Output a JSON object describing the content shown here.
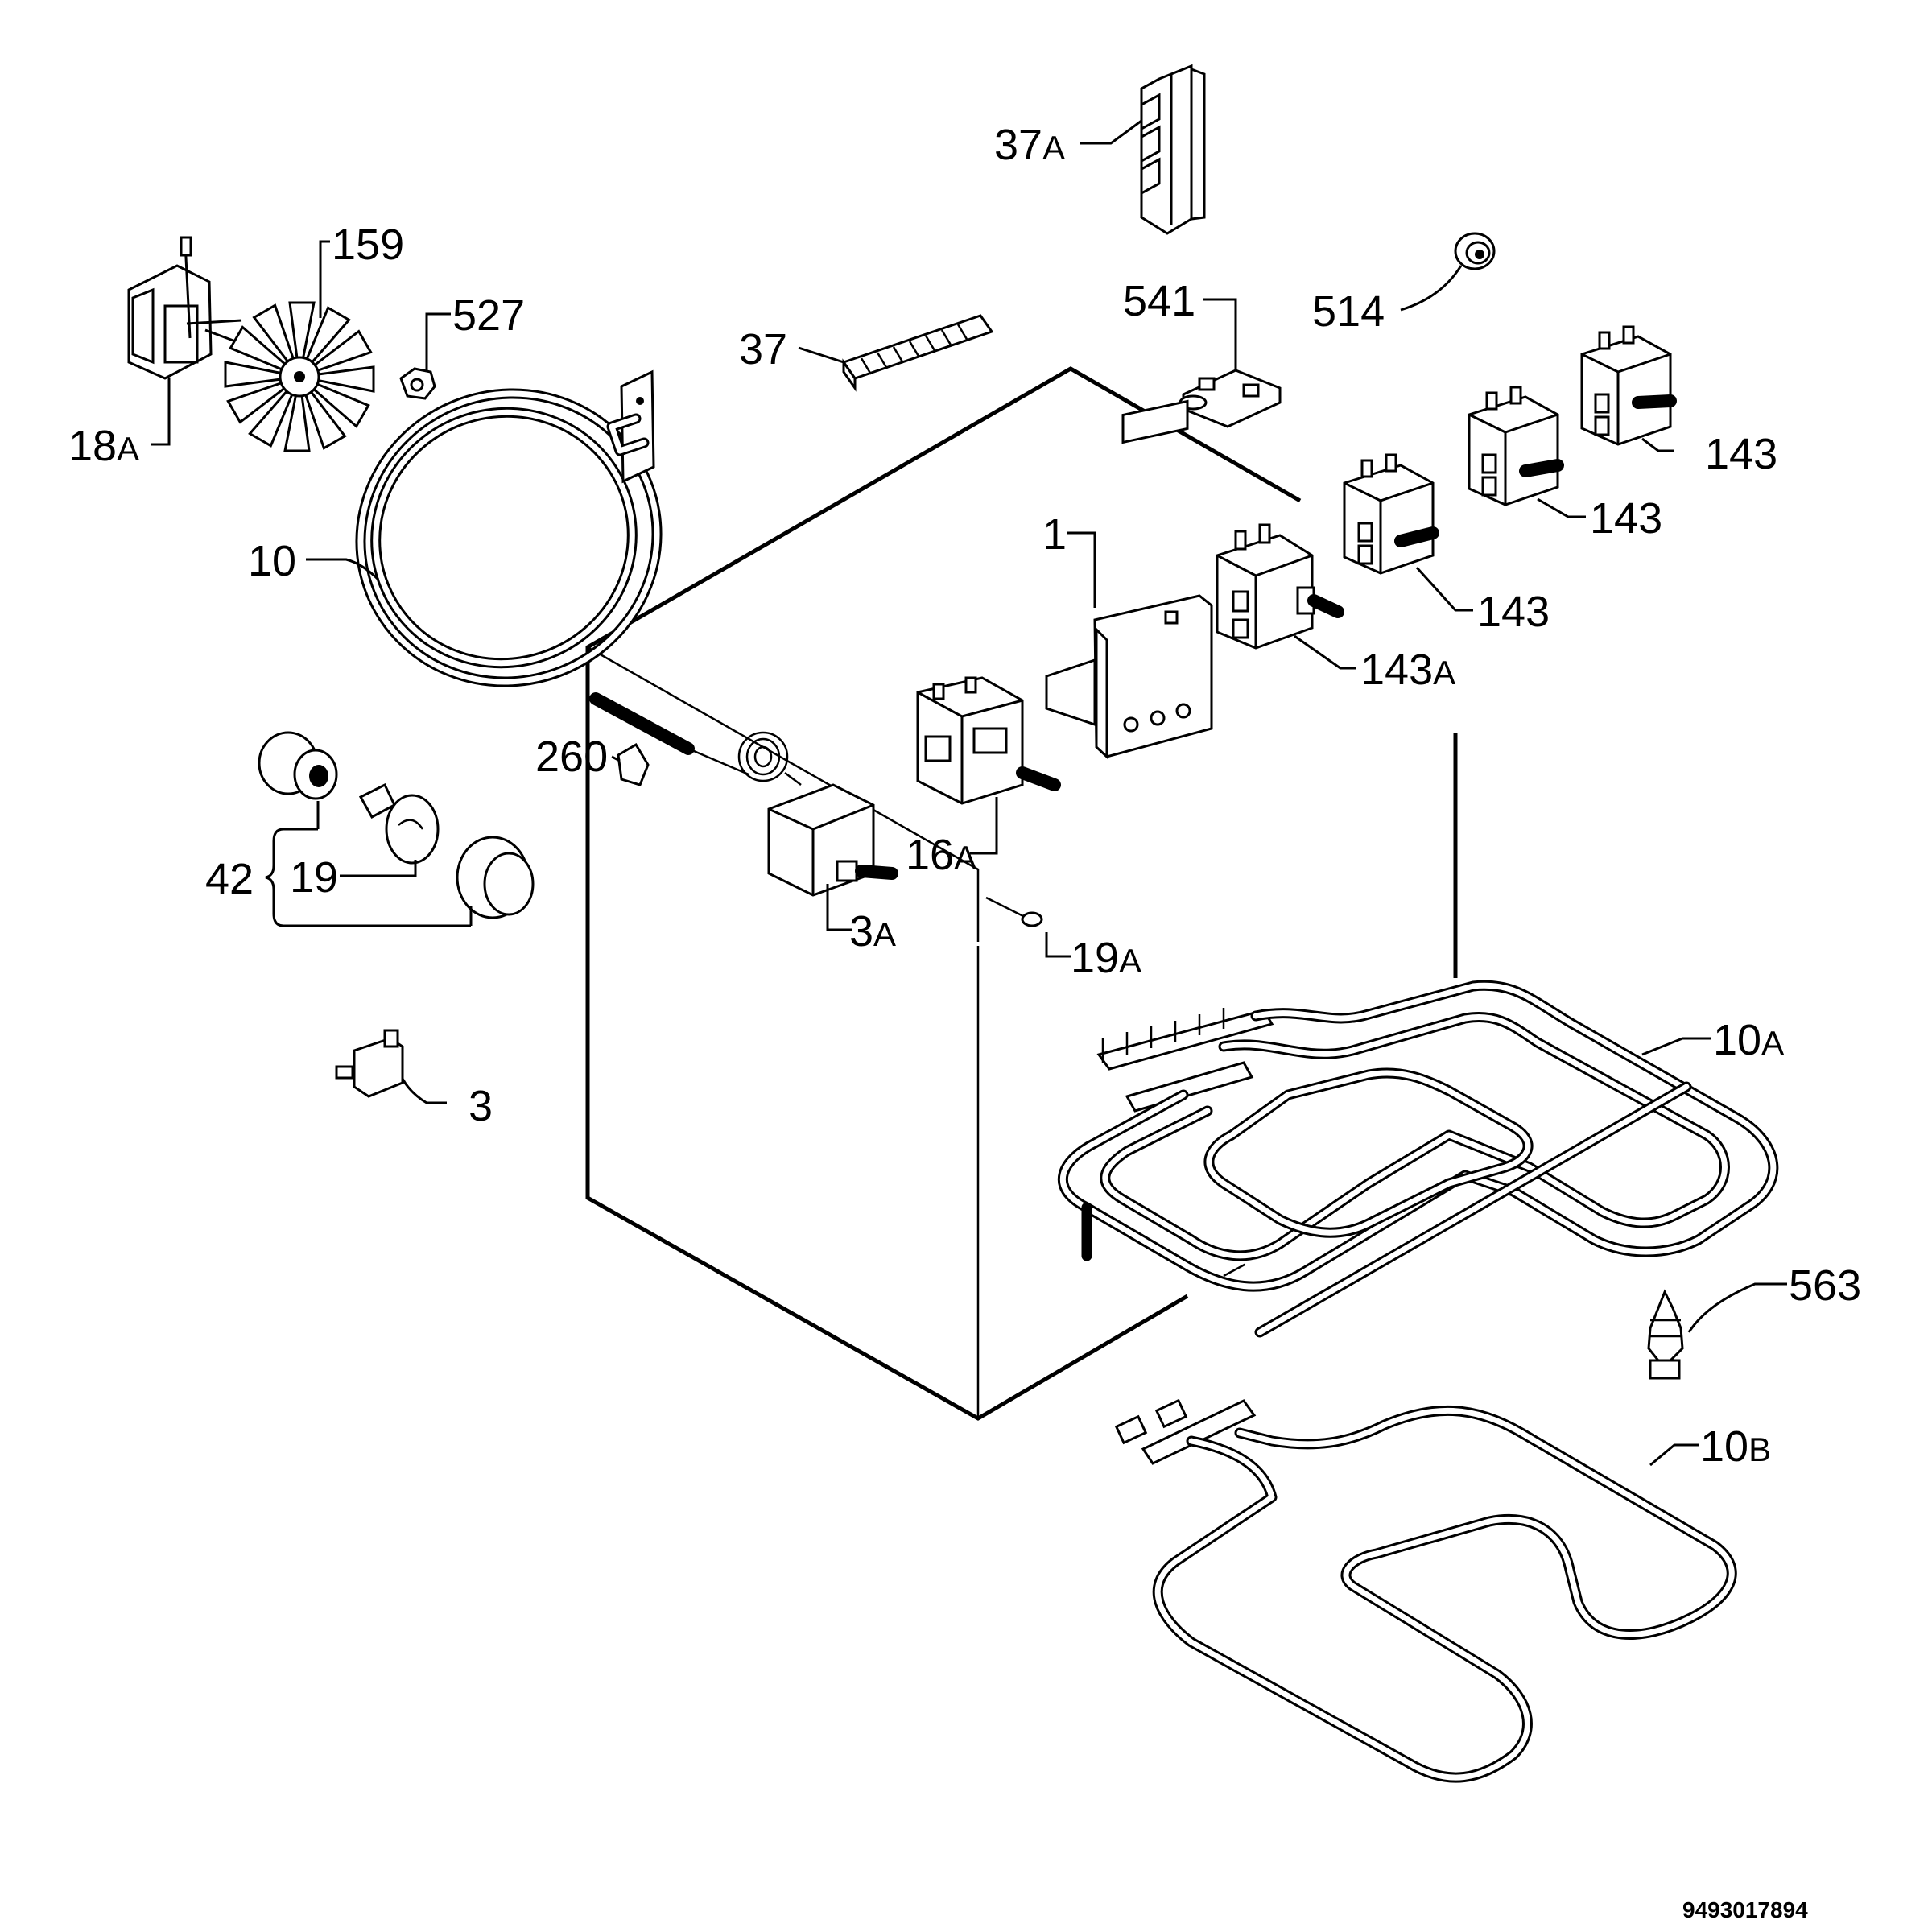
{
  "callouts": [
    {
      "id": "37A",
      "num": "37",
      "suffix": "A"
    },
    {
      "id": "541",
      "num": "541",
      "suffix": ""
    },
    {
      "id": "514",
      "num": "514",
      "suffix": ""
    },
    {
      "id": "159",
      "num": "159",
      "suffix": ""
    },
    {
      "id": "527",
      "num": "527",
      "suffix": ""
    },
    {
      "id": "18A",
      "num": "18",
      "suffix": "A"
    },
    {
      "id": "37",
      "num": "37",
      "suffix": ""
    },
    {
      "id": "143-top",
      "num": "143",
      "suffix": ""
    },
    {
      "id": "143-mid",
      "num": "143",
      "suffix": ""
    },
    {
      "id": "143-low",
      "num": "143",
      "suffix": ""
    },
    {
      "id": "143A",
      "num": "143",
      "suffix": "A"
    },
    {
      "id": "10",
      "num": "10",
      "suffix": ""
    },
    {
      "id": "1",
      "num": "1",
      "suffix": ""
    },
    {
      "id": "260",
      "num": "260",
      "suffix": ""
    },
    {
      "id": "16A",
      "num": "16",
      "suffix": "A"
    },
    {
      "id": "42",
      "num": "42",
      "suffix": ""
    },
    {
      "id": "19",
      "num": "19",
      "suffix": ""
    },
    {
      "id": "3A",
      "num": "3",
      "suffix": "A"
    },
    {
      "id": "19A",
      "num": "19",
      "suffix": "A"
    },
    {
      "id": "10A",
      "num": "10",
      "suffix": "A"
    },
    {
      "id": "3",
      "num": "3",
      "suffix": ""
    },
    {
      "id": "563",
      "num": "563",
      "suffix": ""
    },
    {
      "id": "10B",
      "num": "10",
      "suffix": "B"
    }
  ],
  "footer": {
    "drawing_number": "9493017894"
  }
}
